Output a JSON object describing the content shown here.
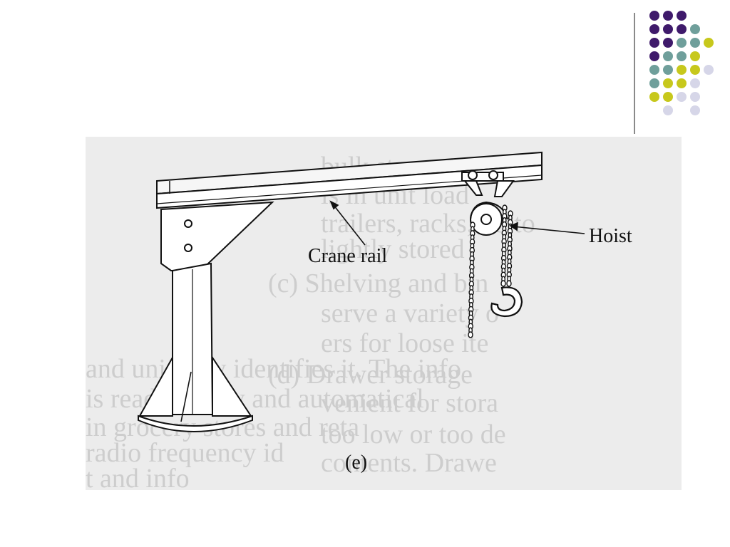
{
  "slide": {
    "background": "#ffffff",
    "accent_colors": [
      "#3f1a6b",
      "#6f9f9b",
      "#c7c81c",
      "#d6d6e8"
    ]
  },
  "decoration": {
    "dot_rows": [
      [
        "#3f1a6b",
        "#3f1a6b",
        "#3f1a6b",
        null,
        null
      ],
      [
        "#3f1a6b",
        "#3f1a6b",
        "#3f1a6b",
        "#6f9f9b",
        null
      ],
      [
        "#3f1a6b",
        "#3f1a6b",
        "#6f9f9b",
        "#6f9f9b",
        "#c7c81c"
      ],
      [
        "#3f1a6b",
        "#6f9f9b",
        "#6f9f9b",
        "#c7c81c",
        null
      ],
      [
        "#6f9f9b",
        "#6f9f9b",
        "#c7c81c",
        "#c7c81c",
        "#d6d6e8"
      ],
      [
        "#6f9f9b",
        "#c7c81c",
        "#c7c81c",
        "#d6d6e8",
        null
      ],
      [
        "#c7c81c",
        "#c7c81c",
        "#d6d6e8",
        "#d6d6e8",
        null
      ],
      [
        null,
        "#d6d6e8",
        null,
        "#d6d6e8",
        null
      ]
    ]
  },
  "figure": {
    "labels": {
      "rail": "Crane rail",
      "hoist": "Hoist",
      "caption": "(e)"
    },
    "background_text": [
      "bulk storage. Th",
      "is in unit load",
      "trailers, racks, oo to",
      "lightly stored",
      "(c)  Shelving and bin",
      "serve a variety o",
      "ers for loose ite",
      "(d)  Drawer storage",
      "venient for stora",
      "too low or too de",
      "contents. Drawe",
      "and uniquely identifies it. The info",
      "is read quickly and automatical",
      "in grocery stores and reta",
      "radio frequency id",
      "t and info"
    ]
  }
}
